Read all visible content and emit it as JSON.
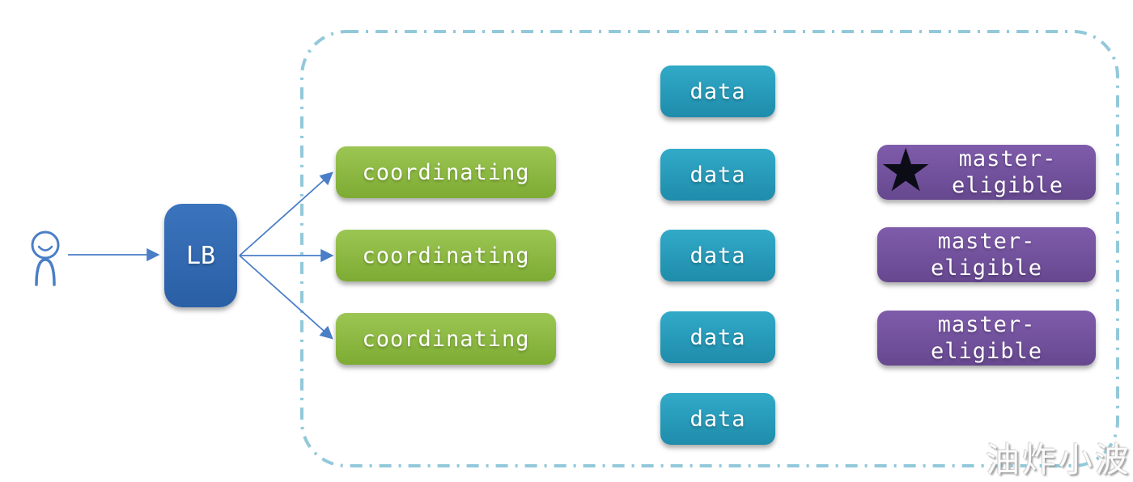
{
  "nodes": {
    "lb": {
      "label": "LB"
    },
    "coordinating": [
      {
        "label": "coordinating"
      },
      {
        "label": "coordinating"
      },
      {
        "label": "coordinating"
      }
    ],
    "data": [
      {
        "label": "data"
      },
      {
        "label": "data"
      },
      {
        "label": "data"
      },
      {
        "label": "data"
      },
      {
        "label": "data"
      }
    ],
    "master": [
      {
        "line1": "master-",
        "line2": "eligible",
        "starred": true
      },
      {
        "line1": "master-",
        "line2": "eligible",
        "starred": false
      },
      {
        "line1": "master-",
        "line2": "eligible",
        "starred": false
      }
    ]
  },
  "icons": {
    "star": "★"
  },
  "watermark": {
    "text": "油炸小波"
  },
  "colors": {
    "lb": {
      "top": "#3b74bd",
      "bottom": "#2a5fa5"
    },
    "coordinating": {
      "top": "#9cc653",
      "bottom": "#7dab33"
    },
    "data": {
      "top": "#31aac8",
      "bottom": "#1f8cab"
    },
    "master": {
      "top": "#7f5cab",
      "bottom": "#66488f"
    },
    "arrow": "#4a7ec7",
    "cluster_border": "#92c9da",
    "star": "#0c0c16"
  }
}
